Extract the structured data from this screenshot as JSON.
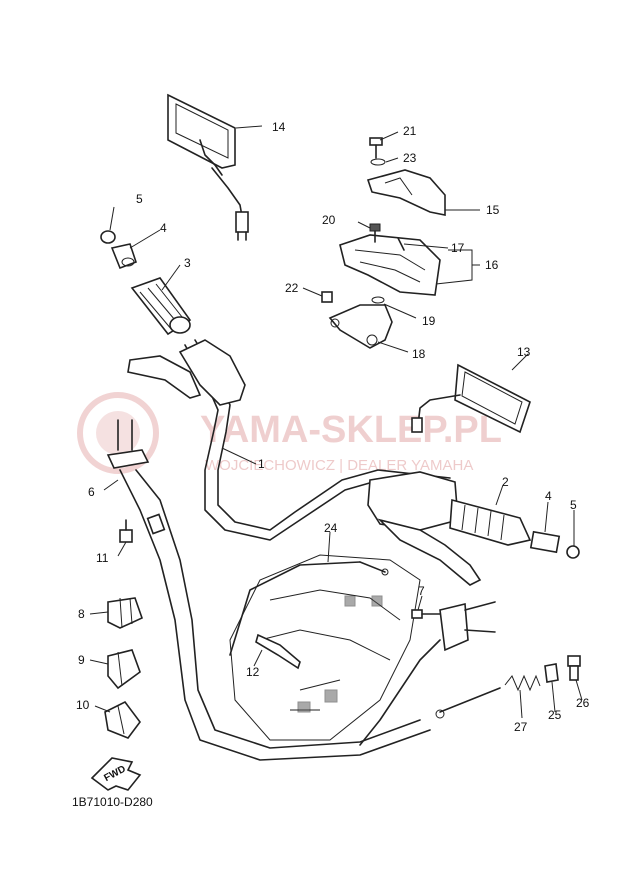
{
  "watermark": {
    "brand": "YAMA-SKLEP.PL",
    "tagline": "WOJCIECHOWICZ | DEALER YAMAHA",
    "color": "#e3a8a8"
  },
  "diagram_code": "1B71010-D280",
  "fwd_label": "FWD",
  "labels": {
    "p1": "1",
    "p2": "2",
    "p3": "3",
    "p4a": "4",
    "p4b": "4",
    "p5a": "5",
    "p5b": "5",
    "p6": "6",
    "p7": "7",
    "p8": "8",
    "p9": "9",
    "p10": "10",
    "p11": "11",
    "p12": "12",
    "p13": "13",
    "p14": "14",
    "p15": "15",
    "p16": "16",
    "p17": "17",
    "p18": "18",
    "p19": "19",
    "p20": "20",
    "p21": "21",
    "p22": "22",
    "p23": "23",
    "p24": "24",
    "p25": "25",
    "p26": "26",
    "p27": "27"
  }
}
